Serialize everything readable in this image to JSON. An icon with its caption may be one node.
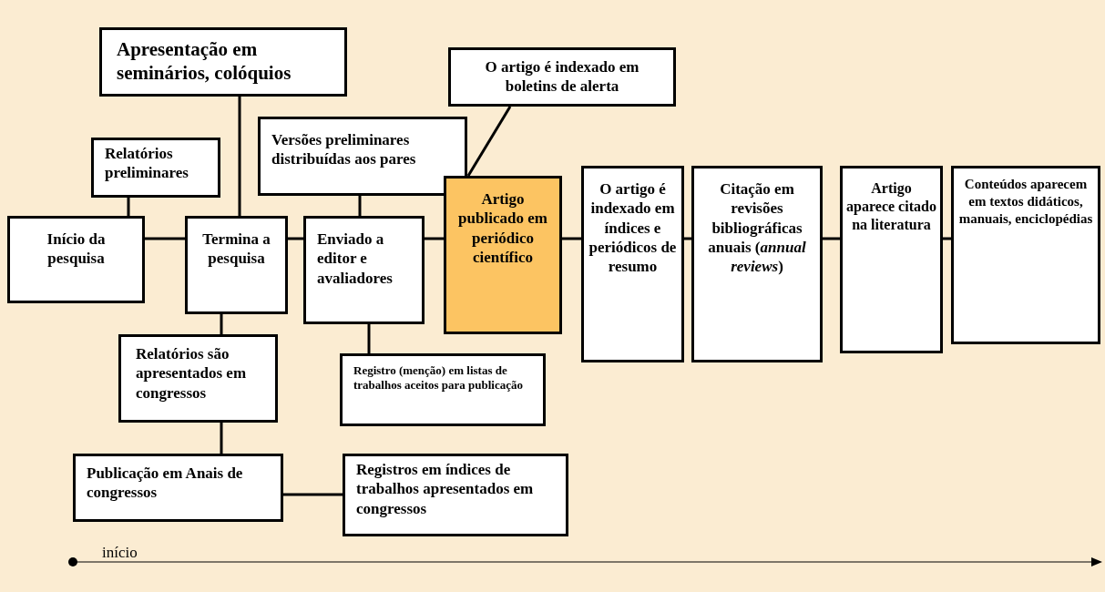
{
  "diagram": {
    "nodes": [
      {
        "text": [
          "Apresentação em seminários, colóquios"
        ]
      },
      {
        "text": [
          "O artigo é indexado em boletins de alerta"
        ]
      },
      {
        "text": [
          "Relatórios preliminares"
        ]
      },
      {
        "text": [
          "Versões preliminares distribuídas aos pares"
        ]
      },
      {
        "text": [
          "Início da pesquisa"
        ]
      },
      {
        "text": [
          "Termina a pesquisa"
        ]
      },
      {
        "text": [
          "Enviado a editor e avaliadores"
        ]
      },
      {
        "text": [
          "Artigo publicado em periódico científico"
        ]
      },
      {
        "text": [
          "O artigo é indexado em índices e periódicos de resumo"
        ]
      },
      {
        "text": [
          "Citação em revisões bibliográficas anuais (*annual reviews*)"
        ]
      },
      {
        "text": [
          "Artigo aparece citado na literatura"
        ]
      },
      {
        "text": [
          "Conteúdos aparecem em textos didáticos, manuais, enciclopédias"
        ]
      },
      {
        "text": [
          "Relatórios são apresentados em congressos"
        ]
      },
      {
        "text": [
          "Registro (menção) em listas de trabalhos aceitos para publicação"
        ]
      },
      {
        "text": [
          "Publicação em Anais de congressos"
        ]
      },
      {
        "text": [
          "Registros em índices de trabalhos apresentados em congressos"
        ]
      }
    ],
    "edges": [
      {
        "from": 4,
        "to": 5,
        "arrow": "none"
      },
      {
        "from": 5,
        "to": 6,
        "arrow": "none"
      },
      {
        "from": 6,
        "to": 7,
        "arrow": "none"
      },
      {
        "from": 7,
        "to": 8,
        "arrow": "none"
      },
      {
        "from": 8,
        "to": 9,
        "arrow": "none"
      },
      {
        "from": 9,
        "to": 10,
        "arrow": "none"
      },
      {
        "from": 10,
        "to": 11,
        "arrow": "none"
      },
      {
        "from": 0,
        "to": 5,
        "arrow": "none"
      },
      {
        "from": 2,
        "to": 4,
        "arrow": "none"
      },
      {
        "from": 3,
        "to": 6,
        "arrow": "none"
      },
      {
        "from": 7,
        "to": 1,
        "arrow": "none"
      },
      {
        "from": 5,
        "to": 12,
        "arrow": "none"
      },
      {
        "from": 6,
        "to": 13,
        "arrow": "none"
      },
      {
        "from": 12,
        "to": 14,
        "arrow": "none"
      },
      {
        "from": 14,
        "to": 15,
        "arrow": "none"
      }
    ],
    "labels": [
      "início"
    ]
  }
}
